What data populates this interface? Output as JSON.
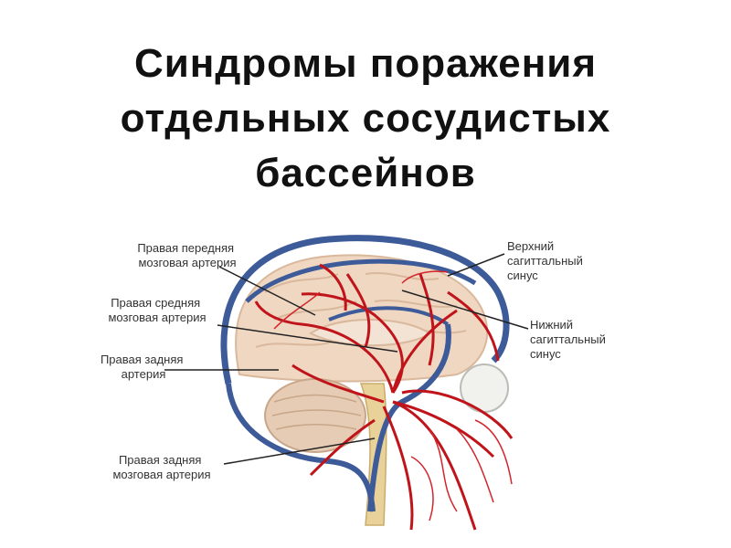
{
  "title": {
    "line1": "Синдромы поражения",
    "line2": "отдельных сосудистых",
    "line3": "бассейнов"
  },
  "labels": {
    "anterior_cerebral": [
      "Правая передняя",
      "мозговая артерия"
    ],
    "middle_cerebral": [
      "Правая средняя",
      "мозговая артерия"
    ],
    "posterior_artery": [
      "Правая задняя",
      "артерия"
    ],
    "posterior_cerebral": [
      "Правая задняя",
      "мозговая артерия"
    ],
    "superior_sinus": [
      "Верхний",
      "сагиттальный",
      "синус"
    ],
    "inferior_sinus": [
      "Нижний",
      "сагиттальный",
      "синус"
    ]
  },
  "colors": {
    "brain": "#efd7c2",
    "brain_fold": "#d9b89c",
    "artery": "#c0141b",
    "sinus": "#3d5a99",
    "label_line": "#222222"
  }
}
